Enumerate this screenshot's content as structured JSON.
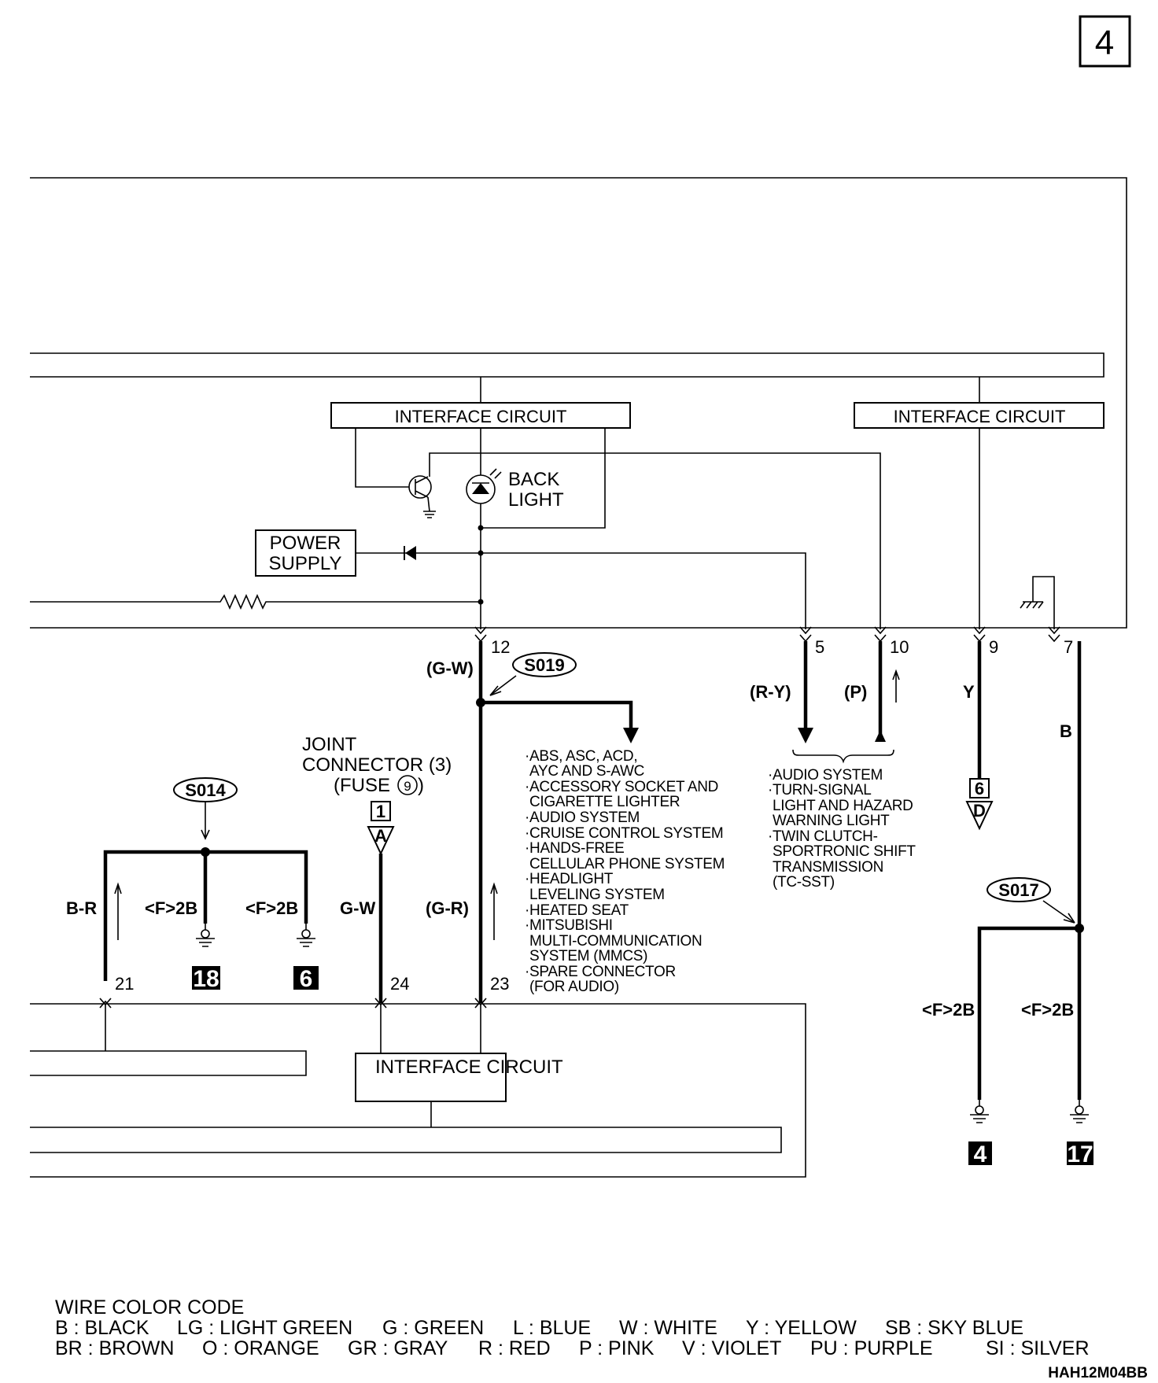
{
  "page_number": "4",
  "diagram_code": "HAH12M04BB",
  "interface_circuit_label": "INTERFACE CIRCUIT",
  "back_light": [
    "BACK",
    "LIGHT"
  ],
  "power_supply": [
    "POWER",
    "SUPPLY"
  ],
  "joint_connector": [
    "JOINT",
    "CONNECTOR (3)",
    "(FUSE",
    "9",
    ")"
  ],
  "connector_a": {
    "number": "1",
    "letter": "A"
  },
  "connector_d": {
    "number": "6",
    "letter": "D"
  },
  "pins": {
    "p12": "12",
    "p5": "5",
    "p10": "10",
    "p9": "9",
    "p7": "7",
    "p21": "21",
    "p24": "24",
    "p23": "23"
  },
  "splices": {
    "s019": "S019",
    "s014": "S014",
    "s017": "S017"
  },
  "wire_colors": {
    "gw_top": "(G-W)",
    "ry": "(R-Y)",
    "p": "(P)",
    "y": "Y",
    "b": "B",
    "br": "B-R",
    "gw_low": "G-W",
    "gr": "(G-R)",
    "f2b_1": "<F>2B",
    "f2b_2": "<F>2B",
    "f2b_3": "<F>2B",
    "f2b_4": "<F>2B"
  },
  "grounds": {
    "g18": "18",
    "g6": "6",
    "g4": "4",
    "g17": "17"
  },
  "systems_list_1": [
    "·ABS, ASC, ACD,",
    "AYC AND S-AWC",
    "·ACCESSORY SOCKET AND",
    "CIGARETTE LIGHTER",
    "·AUDIO SYSTEM",
    "·CRUISE CONTROL SYSTEM",
    "·HANDS-FREE",
    "CELLULAR PHONE SYSTEM",
    "·HEADLIGHT",
    "LEVELING SYSTEM",
    "·HEATED SEAT",
    "·MITSUBISHI",
    "MULTI-COMMUNICATION",
    "SYSTEM (MMCS)",
    "·SPARE CONNECTOR",
    "(FOR AUDIO)"
  ],
  "systems_list_2": [
    "·AUDIO SYSTEM",
    "·TURN-SIGNAL",
    "LIGHT AND HAZARD",
    "WARNING LIGHT",
    "·TWIN CLUTCH-",
    "SPORTRONIC SHIFT",
    "TRANSMISSION",
    "(TC-SST)"
  ],
  "legend": {
    "title": "WIRE COLOR CODE",
    "row1": [
      "B : BLACK",
      "LG : LIGHT GREEN",
      "G : GREEN",
      "L : BLUE",
      "W : WHITE",
      "Y : YELLOW",
      "SB : SKY BLUE"
    ],
    "row2": [
      "BR : BROWN",
      "O : ORANGE",
      "GR : GRAY",
      "R : RED",
      "P : PINK",
      "V : VIOLET",
      "PU : PURPLE",
      "SI : SILVER"
    ]
  }
}
